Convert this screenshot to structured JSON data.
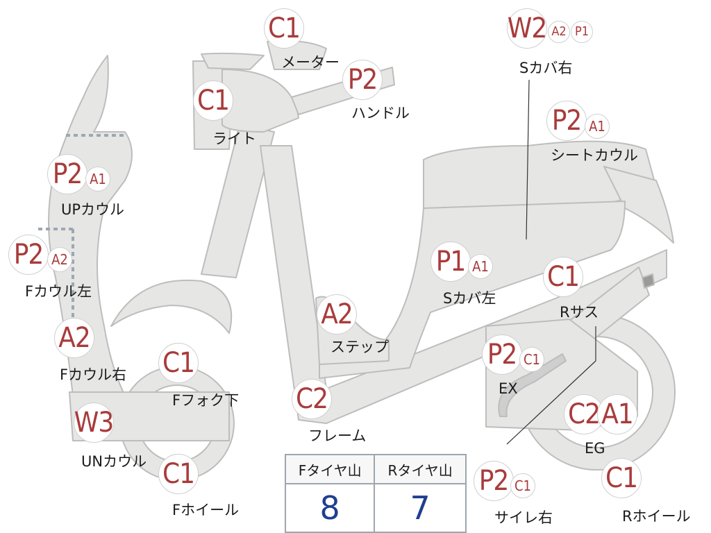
{
  "parts": [
    {
      "id": "meter",
      "codes": [
        "C1"
      ],
      "label": "メーター"
    },
    {
      "id": "handle",
      "codes": [
        "P2"
      ],
      "label": "ハンドル"
    },
    {
      "id": "light",
      "codes": [
        "C1"
      ],
      "label": "ライト"
    },
    {
      "id": "s-cover-right",
      "codes": [
        "W2",
        "A2",
        "P1"
      ],
      "label": "Sカバ右"
    },
    {
      "id": "seat-cowl",
      "codes": [
        "P2",
        "A1"
      ],
      "label": "シートカウル"
    },
    {
      "id": "up-cowl",
      "codes": [
        "P2",
        "A1"
      ],
      "label": "UPカウル"
    },
    {
      "id": "f-cowl-left",
      "codes": [
        "P2",
        "A2"
      ],
      "label": "Fカウル左"
    },
    {
      "id": "f-cowl-right",
      "codes": [
        "A2"
      ],
      "label": "Fカウル右"
    },
    {
      "id": "un-cowl",
      "codes": [
        "W3"
      ],
      "label": "UNカウル"
    },
    {
      "id": "f-fork",
      "codes": [
        "C1"
      ],
      "label": "Fフォク下"
    },
    {
      "id": "f-wheel",
      "codes": [
        "C1"
      ],
      "label": "Fホイール"
    },
    {
      "id": "step",
      "codes": [
        "A2"
      ],
      "label": "ステップ"
    },
    {
      "id": "frame",
      "codes": [
        "C2"
      ],
      "label": "フレーム"
    },
    {
      "id": "s-cover-left",
      "codes": [
        "P1",
        "A1"
      ],
      "label": "Sカバ左"
    },
    {
      "id": "r-suspension",
      "codes": [
        "C1"
      ],
      "label": "Rサス"
    },
    {
      "id": "exhaust",
      "codes": [
        "P2",
        "C1"
      ],
      "label": "EX"
    },
    {
      "id": "engine",
      "codes": [
        "C2",
        "A1"
      ],
      "label": "EG"
    },
    {
      "id": "muffler-right",
      "codes": [
        "P2",
        "C1"
      ],
      "label": "サイレ右"
    },
    {
      "id": "r-wheel",
      "codes": [
        "C1"
      ],
      "label": "Rホイール"
    }
  ],
  "tyre_table": {
    "headers": [
      "Fタイヤ山",
      "Rタイヤ山"
    ],
    "values": [
      "8",
      "7"
    ]
  },
  "colors": {
    "badge_text": "#a93b3b",
    "body_fill": "#e6e6e4",
    "outline": "#bdbdbd",
    "tyre_value": "#1f3f8f"
  }
}
